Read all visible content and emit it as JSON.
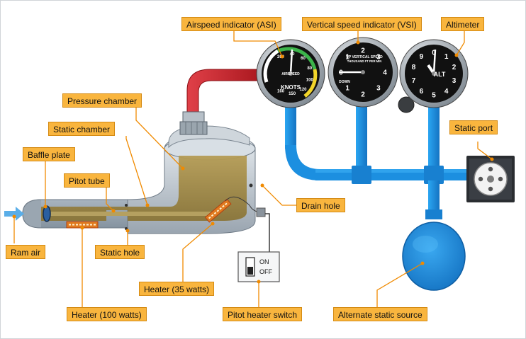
{
  "labels": {
    "asi": "Airspeed indicator (ASI)",
    "vsi": "Vertical speed indicator (VSI)",
    "altimeter": "Altimeter",
    "pressure_chamber": "Pressure chamber",
    "static_chamber": "Static chamber",
    "baffle_plate": "Baffle plate",
    "pitot_tube": "Pitot tube",
    "static_port": "Static port",
    "drain_hole": "Drain hole",
    "ram_air": "Ram air",
    "static_hole": "Static hole",
    "heater_35": "Heater (35 watts)",
    "heater_100": "Heater (100 watts)",
    "pitot_heater_switch": "Pitot heater switch",
    "alternate_static_source": "Alternate static source"
  },
  "switch": {
    "on": "ON",
    "off": "OFF"
  },
  "asi_face": {
    "unit": "KNOTS",
    "title": "AIRSPEED",
    "ticks": [
      "200",
      "40",
      "60",
      "80",
      "100",
      "120",
      "150",
      "160"
    ]
  },
  "vsi_face": {
    "title": "UP VERTICAL SPEED",
    "subtitle": "THOUSAND FT PER MIN",
    "down": "DOWN",
    "numbers": [
      "0",
      "1",
      "2",
      "3",
      "4",
      "3",
      "2",
      "1"
    ]
  },
  "alt_face": {
    "title": "ALT",
    "numbers": [
      "0",
      "1",
      "2",
      "3",
      "4",
      "5",
      "6",
      "7",
      "8",
      "9"
    ]
  },
  "colors": {
    "label_fill": "#f9b53e",
    "leader": "#f08a00",
    "pitot_red": "#d0262d",
    "static_blue": "#1c8fe0",
    "chamber_olive": "#a08a45",
    "housing_grey": "#c8cfd6"
  }
}
